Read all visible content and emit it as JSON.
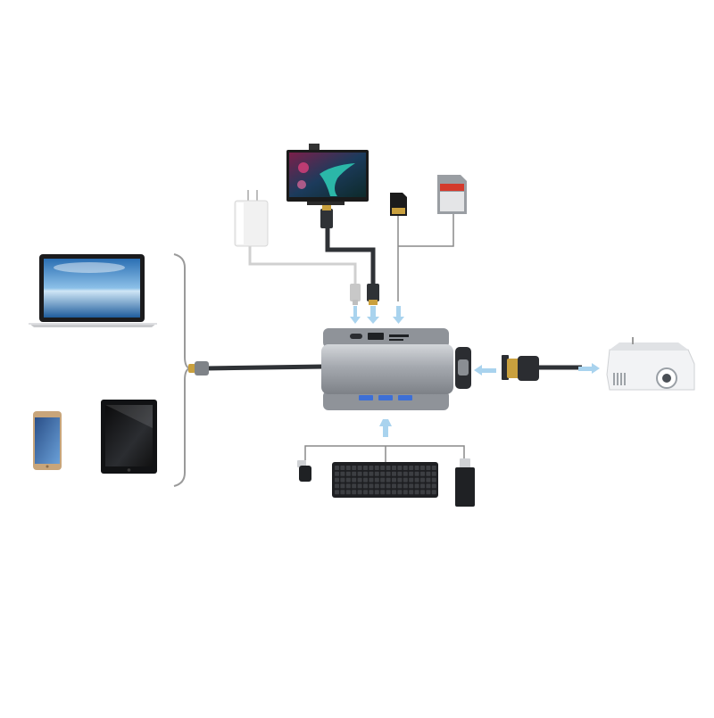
{
  "diagram": {
    "hub": {
      "name": "usb-c-hub",
      "ports": [
        "usb-c-power",
        "hdmi",
        "sd-card",
        "tf-card",
        "usb-a-1",
        "usb-a-2",
        "usb-a-3",
        "vga"
      ]
    },
    "sources": [
      "laptop",
      "smartphone",
      "tablet"
    ],
    "peripherals": [
      "power-adapter",
      "hdmi-monitor",
      "micro-sd-card",
      "sd-card",
      "vga-projector",
      "wireless-receiver",
      "keyboard",
      "usb-flash-drive"
    ]
  },
  "colors": {
    "arrow": "#a9d3ee",
    "hub_body": "#a7abb1",
    "cable_dark": "#2f3236",
    "cable_light": "#cfcfcf",
    "connector_gold": "#c9a03e",
    "sd_card_red": "#d43a2c"
  }
}
